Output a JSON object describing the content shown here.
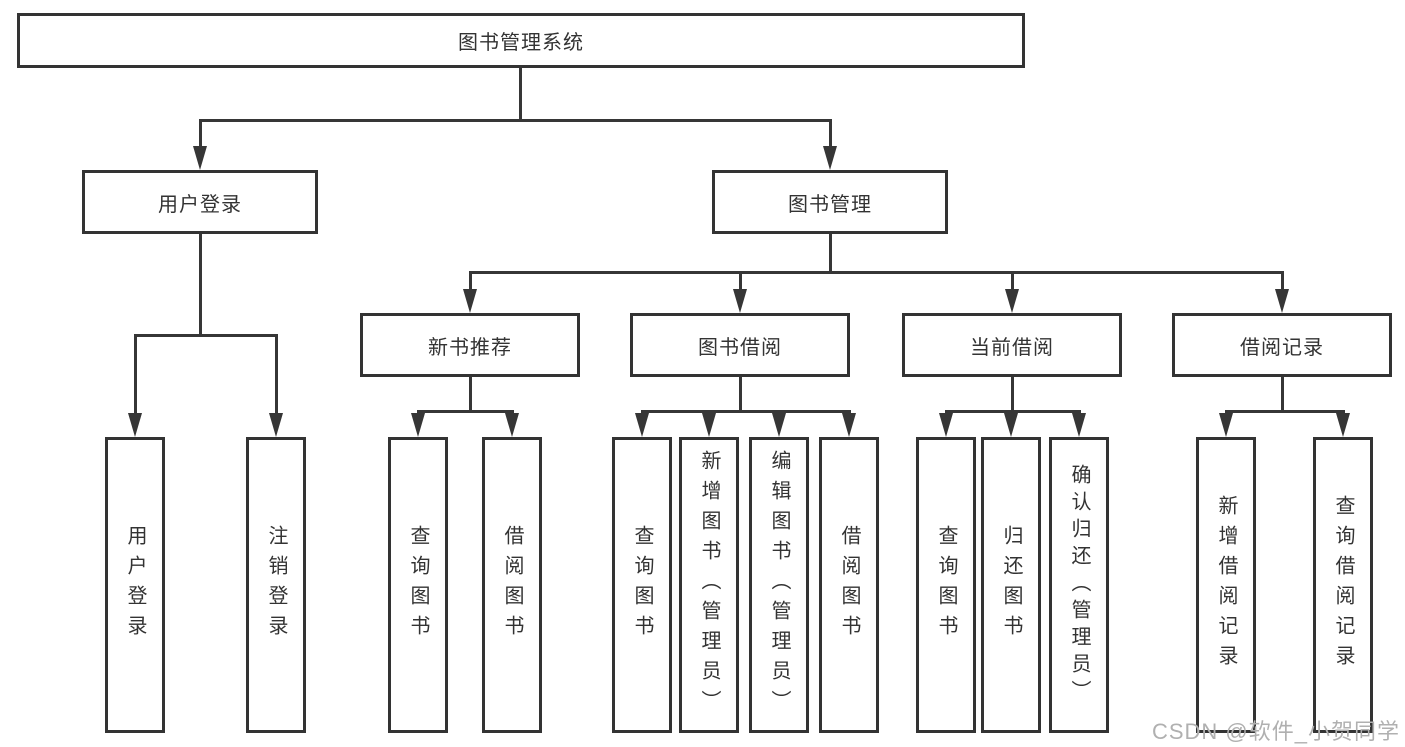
{
  "tree": {
    "root": {
      "label": "图书管理系统"
    },
    "branches": [
      {
        "label": "用户登录",
        "children": [
          {
            "label": "用户登录"
          },
          {
            "label": "注销登录"
          }
        ]
      },
      {
        "label": "图书管理",
        "children": [
          {
            "label": "新书推荐",
            "children": [
              {
                "label": "查询图书"
              },
              {
                "label": "借阅图书"
              }
            ]
          },
          {
            "label": "图书借阅",
            "children": [
              {
                "label": "查询图书"
              },
              {
                "label": "新增图书（管理员）"
              },
              {
                "label": "编辑图书（管理员）"
              },
              {
                "label": "借阅图书"
              }
            ]
          },
          {
            "label": "当前借阅",
            "children": [
              {
                "label": "查询图书"
              },
              {
                "label": "归还图书"
              },
              {
                "label": "确认归还（管理员）"
              }
            ]
          },
          {
            "label": "借阅记录",
            "children": [
              {
                "label": "新增借阅记录"
              },
              {
                "label": "查询借阅记录"
              }
            ]
          }
        ]
      }
    ]
  },
  "watermark": {
    "text": "CSDN @软件_小贺同学"
  },
  "colors": {
    "line": "#363636",
    "box_border": "#333333",
    "text": "#333333",
    "watermark": "#b0b0b0",
    "background": "#ffffff"
  }
}
